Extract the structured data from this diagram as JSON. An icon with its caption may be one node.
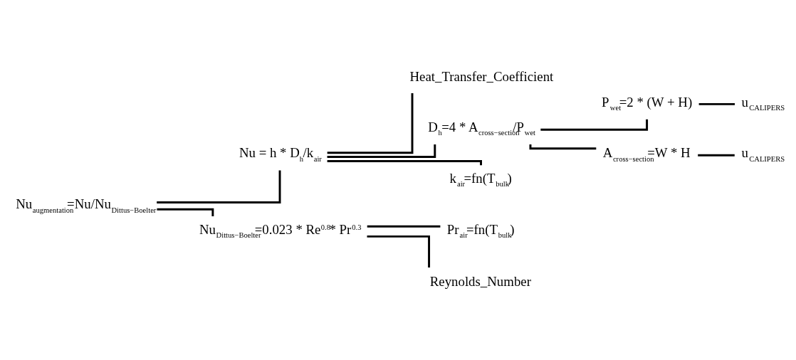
{
  "diagram": {
    "nodes": [
      {
        "text": [
          "Nu$_{augmentation}$=Nu/Nu$_{Dittus−Boelter}$"
        ]
      },
      {
        "text": [
          "Nu = h * D$_{h}$/k$_{air}$"
        ]
      },
      {
        "text": [
          "Nu$_{Dittus−Boelter}$=0.023 * Re$^{0.8}$* Pr$^{0.3}$"
        ]
      },
      {
        "text": [
          "Heat_Transfer_Coefficient"
        ]
      },
      {
        "text": [
          "D$_{h}$=4 * A$_{cross−section}$/P$_{wet}$"
        ]
      },
      {
        "text": [
          "k$_{air}$=fn(T$_{bulk}$)"
        ]
      },
      {
        "text": [
          "P$_{wet}$=2 * (W + H)"
        ]
      },
      {
        "text": [
          "A$_{cross−section}$=W * H"
        ]
      },
      {
        "text": [
          "u$_{CALIPERS}$"
        ]
      },
      {
        "text": [
          "u$_{CALIPERS}$"
        ]
      },
      {
        "text": [
          "Pr$_{air}$=fn(T$_{bulk}$)"
        ]
      },
      {
        "text": [
          "Reynolds_Number"
        ]
      }
    ],
    "edges": [
      {
        "from": 0,
        "to": 1,
        "arrow": "none"
      },
      {
        "from": 0,
        "to": 2,
        "arrow": "none"
      },
      {
        "from": 1,
        "to": 3,
        "arrow": "none"
      },
      {
        "from": 1,
        "to": 4,
        "arrow": "none"
      },
      {
        "from": 1,
        "to": 5,
        "arrow": "none"
      },
      {
        "from": 4,
        "to": 6,
        "arrow": "none"
      },
      {
        "from": 4,
        "to": 7,
        "arrow": "none"
      },
      {
        "from": 6,
        "to": 8,
        "arrow": "none"
      },
      {
        "from": 7,
        "to": 9,
        "arrow": "none"
      },
      {
        "from": 2,
        "to": 10,
        "arrow": "none"
      },
      {
        "from": 2,
        "to": 11,
        "arrow": "none"
      }
    ]
  }
}
